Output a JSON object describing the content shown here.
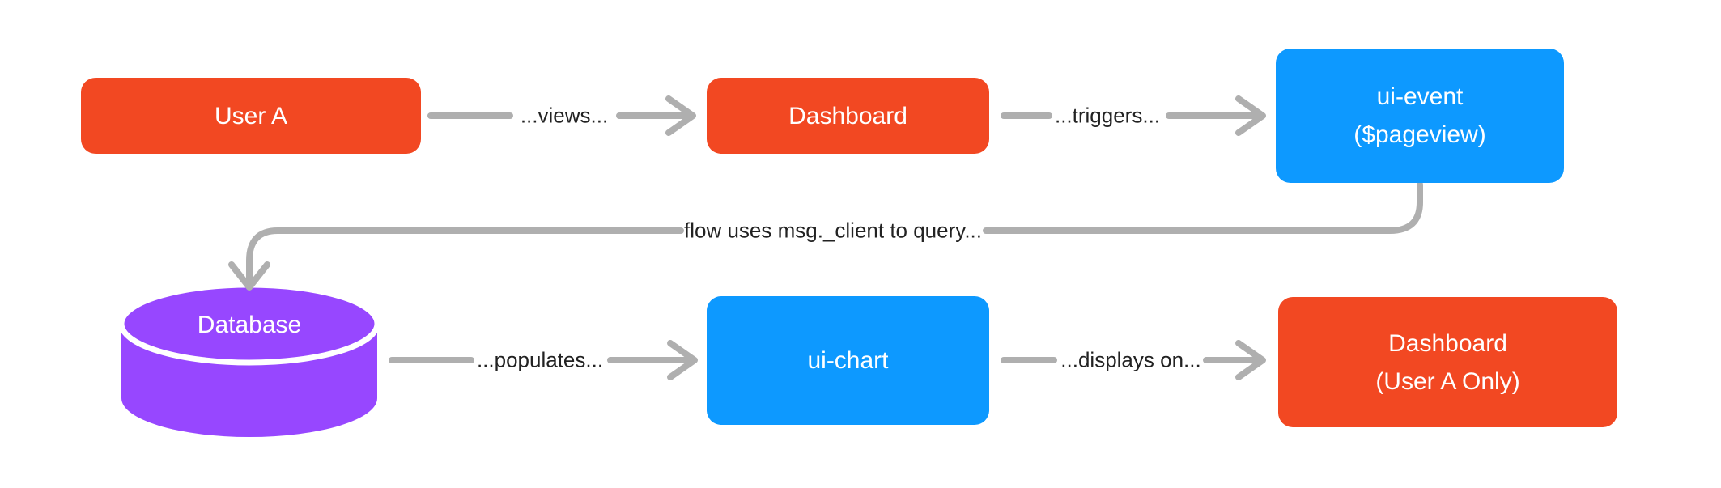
{
  "diagram": {
    "background": "#FFFFFF",
    "colors": {
      "node_orange": "#F24822",
      "node_blue": "#0D99FF",
      "node_purple": "#9747FF",
      "connector_gray": "#AFAFAF",
      "label_text": "#222222",
      "node_text": "#FFFFFF"
    },
    "nodes": {
      "user_a": {
        "label": "User A",
        "color": "#F24822",
        "shape": "rect"
      },
      "dashboard": {
        "label": "Dashboard",
        "color": "#F24822",
        "shape": "rect"
      },
      "ui_event": {
        "line1": "ui-event",
        "line2": "($pageview)",
        "color": "#0D99FF",
        "shape": "rect"
      },
      "database": {
        "label": "Database",
        "color": "#9747FF",
        "shape": "cylinder"
      },
      "ui_chart": {
        "label": "ui-chart",
        "color": "#0D99FF",
        "shape": "rect"
      },
      "dashboard_user_a": {
        "line1": "Dashboard",
        "line2": "(User A Only)",
        "color": "#F24822",
        "shape": "rect"
      }
    },
    "edges": {
      "views": {
        "label": "...views...",
        "from": "user_a",
        "to": "dashboard"
      },
      "triggers": {
        "label": "...triggers...",
        "from": "dashboard",
        "to": "ui_event"
      },
      "query": {
        "label": "flow uses msg._client to query...",
        "from": "ui_event",
        "to": "database"
      },
      "populates": {
        "label": "...populates...",
        "from": "database",
        "to": "ui_chart"
      },
      "displays_on": {
        "label": "...displays on...",
        "from": "ui_chart",
        "to": "dashboard_user_a"
      }
    }
  }
}
